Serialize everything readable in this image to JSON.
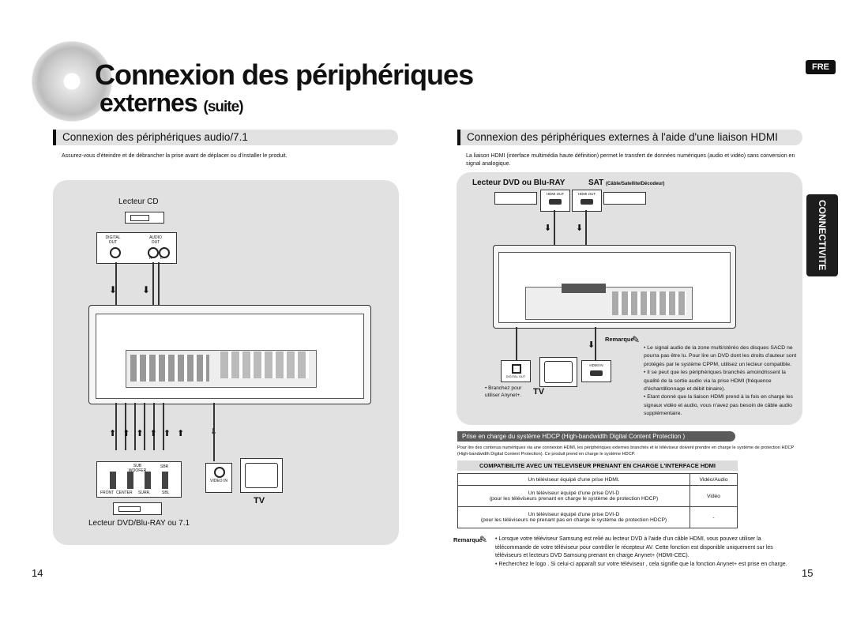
{
  "header": {
    "title_line1": "Connexion des périphériques",
    "title_line2": "externes",
    "title_suffix": "(suite)",
    "lang_badge": "FRE",
    "side_tab": "CONNECTIVITE"
  },
  "left": {
    "section_title": "Connexion des périphériques audio/7.1",
    "intro": "Assurez-vous d'éteindre et de débrancher la prise avant de déplacer ou d'installer le produit.",
    "cd_label": "Lecteur CD",
    "digital_out": "DIGITAL OUT",
    "audio_out": "AUDIO OUT",
    "r": "R",
    "l": "L",
    "subwoofer": "SUB WOOFER",
    "sbr": "SBR",
    "sbl": "SBL",
    "front": "FRONT",
    "center": "CENTER",
    "surr": "SURR.",
    "video_in": "VIDEO IN",
    "tv_label": "TV",
    "dvd_label": "Lecteur DVD/Blu-RAY ou 7.1",
    "page_number": "14"
  },
  "right": {
    "section_title": "Connexion des périphériques externes à l'aide d'une liaison HDMI",
    "intro": "La liaison HDMI (interface multimédia haute définition) permet le transfert de données numériques (audio et vidéo) sans conversion en signal analogique.",
    "dvd_label": "Lecteur DVD ou Blu-RAY",
    "sat_label": "SAT",
    "sat_sub": "(Câble/Satellite/Décodeur)",
    "hdmi_out": "HDMI OUT",
    "hdmi_in": "HDMI IN",
    "digital_out": "DIGITAL OUT",
    "branch_note": "• Branchez pour utiliser Anynet+.",
    "tv_label": "TV",
    "remarque": "Remarque",
    "notes": [
      "• Le signal audio de la zone multi/stéréo des disques SACD ne pourra pas être lu. Pour lire un DVD dont les droits d'auteur sont protégés par le système CPPM, utilisez un lecteur compatible.",
      "• Il se peut que les périphériques branchés amoindrissent la qualité de la sortie audio via la prise HDMI (fréquence d'échantillonnage et débit binaire).",
      "• Etant donné que la liaison HDMI prend à la fois en charge les signaux vidéo et audio, vous n'avez pas besoin de câble audio supplémentaire."
    ],
    "hdcp_title": "Prise en charge du système HDCP (High-bandwidth Digital Content Protection )",
    "hdcp_text": "Pour lire des contenus numériques via une connexion HDMI, les périphériques externes branchés et le téléviseur doivent prendre en charge le système de protection HDCP (High-bandwidth Digital Content Protection). Ce produit prend en charge le système HDCP.",
    "compat_title": "COMPATIBILITE AVEC UN TELEVISEUR PRENANT EN CHARGE L'INTERFACE HDMI",
    "table": [
      {
        "line1": "Un téléviseur équipé d'une prise HDMI.",
        "line2": "",
        "value": "Vidéo/Audio"
      },
      {
        "line1": "Un téléviseur équipé d'une prise DVI-D",
        "line2": "(pour les téléviseurs prenant en charge le système de protection HDCP)",
        "value": "Vidéo"
      },
      {
        "line1": "Un téléviseur équipé d'une prise DVI-D",
        "line2": "(pour les téléviseurs ne prenant pas en charge le système de protection HDCP)",
        "value": "-"
      }
    ],
    "bottom_notes": [
      "• Lorsque votre téléviseur Samsung est relié au lecteur DVD à l'aide d'un câble HDMI, vous pouvez utiliser la télécommande de votre téléviseur pour contrôler le récepteur AV. Cette fonction est disponible uniquement sur les téléviseurs et lecteurs DVD Samsung prenant en charge Anynet+ (HDMI-CEC).",
      "• Recherchez le logo         . Si celui-ci apparaît sur votre téléviseur         , cela signifie que la fonction Anynet+ est prise en charge."
    ],
    "page_number": "15"
  }
}
